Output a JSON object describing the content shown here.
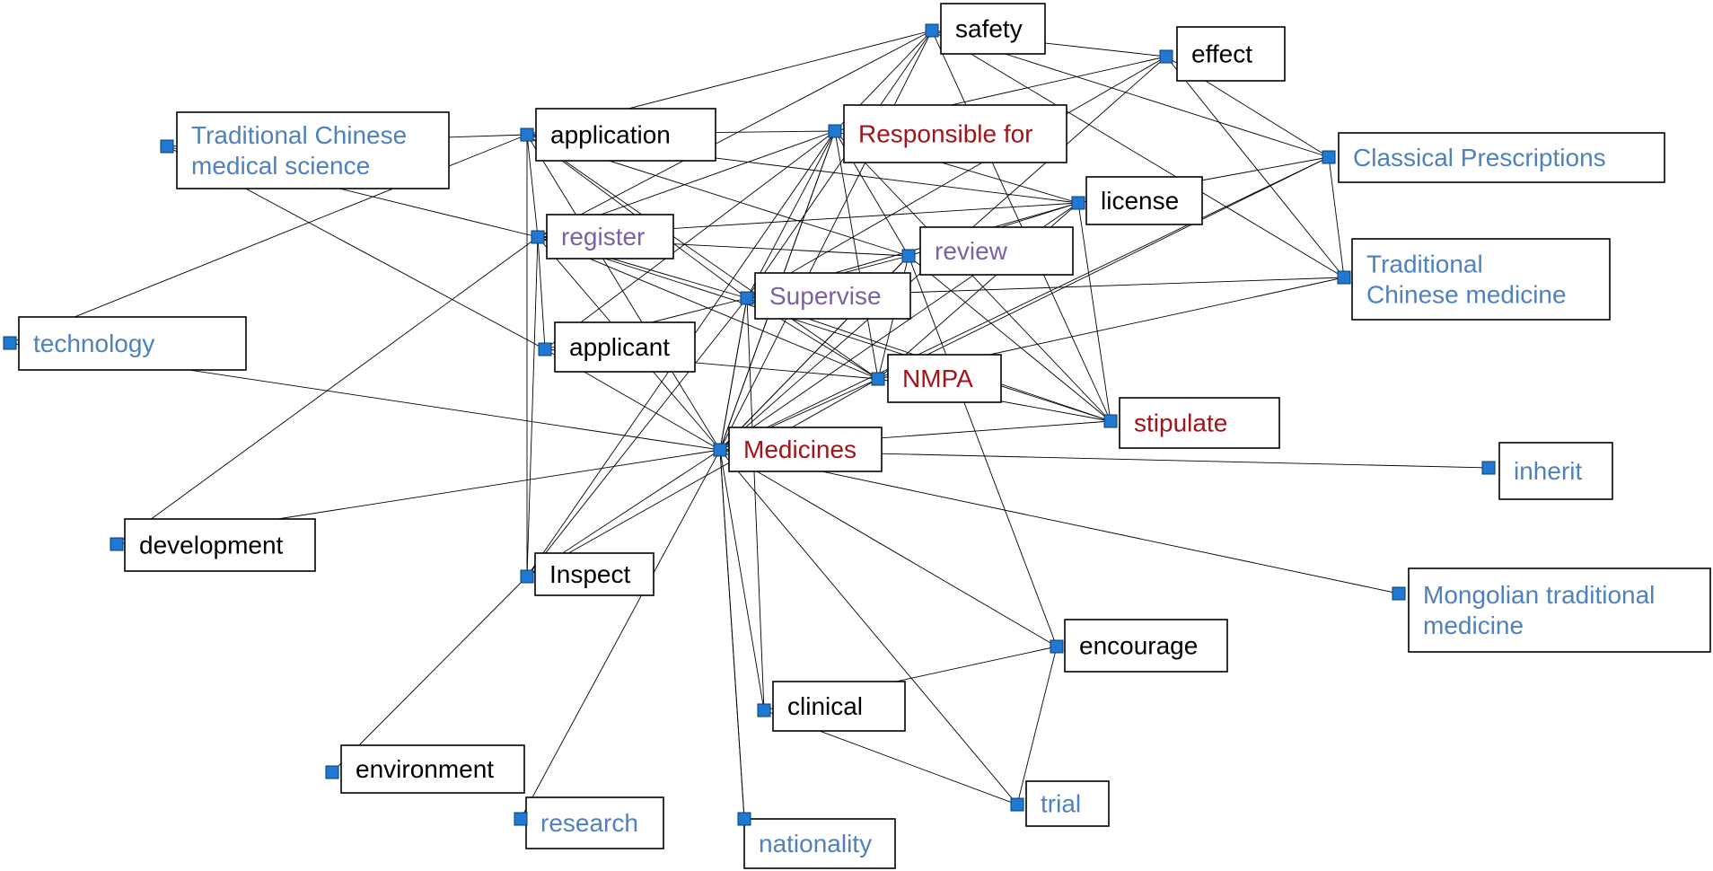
{
  "colors": {
    "black": "#000000",
    "steel": "#4f81bd",
    "red": "#a0141b",
    "purple": "#7d5fa3",
    "node_marker": "#1f78d1"
  },
  "nodes": [
    {
      "id": "safety",
      "lines": [
        "safety"
      ],
      "color": "black"
    },
    {
      "id": "effect",
      "lines": [
        "effect"
      ],
      "color": "black"
    },
    {
      "id": "tcm_science",
      "lines": [
        "Traditional Chinese",
        "medical science"
      ],
      "color": "steel"
    },
    {
      "id": "application",
      "lines": [
        "application"
      ],
      "color": "black"
    },
    {
      "id": "responsible",
      "lines": [
        "Responsible for"
      ],
      "color": "red"
    },
    {
      "id": "classical",
      "lines": [
        "Classical Prescriptions"
      ],
      "color": "steel"
    },
    {
      "id": "license",
      "lines": [
        "license"
      ],
      "color": "black"
    },
    {
      "id": "register",
      "lines": [
        "register"
      ],
      "color": "purple"
    },
    {
      "id": "review",
      "lines": [
        "review"
      ],
      "color": "purple"
    },
    {
      "id": "tcm",
      "lines": [
        "Traditional",
        "Chinese medicine"
      ],
      "color": "steel"
    },
    {
      "id": "supervise",
      "lines": [
        "Supervise"
      ],
      "color": "purple"
    },
    {
      "id": "technology",
      "lines": [
        "technology"
      ],
      "color": "steel"
    },
    {
      "id": "applicant",
      "lines": [
        "applicant"
      ],
      "color": "black"
    },
    {
      "id": "nmpa",
      "lines": [
        "NMPA"
      ],
      "color": "red"
    },
    {
      "id": "stipulate",
      "lines": [
        "stipulate"
      ],
      "color": "red"
    },
    {
      "id": "medicines",
      "lines": [
        "Medicines"
      ],
      "color": "red"
    },
    {
      "id": "inherit",
      "lines": [
        "inherit"
      ],
      "color": "steel"
    },
    {
      "id": "development",
      "lines": [
        "development"
      ],
      "color": "black"
    },
    {
      "id": "inspect",
      "lines": [
        "Inspect"
      ],
      "color": "black"
    },
    {
      "id": "mongolian",
      "lines": [
        "Mongolian traditional",
        "medicine"
      ],
      "color": "steel"
    },
    {
      "id": "encourage",
      "lines": [
        "encourage"
      ],
      "color": "black"
    },
    {
      "id": "clinical",
      "lines": [
        "clinical"
      ],
      "color": "black"
    },
    {
      "id": "environment",
      "lines": [
        "environment"
      ],
      "color": "black"
    },
    {
      "id": "trial",
      "lines": [
        "trial"
      ],
      "color": "steel"
    },
    {
      "id": "research",
      "lines": [
        "research"
      ],
      "color": "steel"
    },
    {
      "id": "nationality",
      "lines": [
        "nationality"
      ],
      "color": "steel"
    }
  ],
  "edges": [
    [
      "tcm_science",
      "application"
    ],
    [
      "tcm_science",
      "register"
    ],
    [
      "tcm_science",
      "applicant"
    ],
    [
      "technology",
      "application"
    ],
    [
      "technology",
      "medicines"
    ],
    [
      "development",
      "register"
    ],
    [
      "development",
      "medicines"
    ],
    [
      "application",
      "responsible"
    ],
    [
      "application",
      "license"
    ],
    [
      "application",
      "review"
    ],
    [
      "application",
      "supervise"
    ],
    [
      "application",
      "nmpa"
    ],
    [
      "application",
      "medicines"
    ],
    [
      "application",
      "register"
    ],
    [
      "application",
      "inspect"
    ],
    [
      "application",
      "safety"
    ],
    [
      "register",
      "responsible"
    ],
    [
      "register",
      "review"
    ],
    [
      "register",
      "supervise"
    ],
    [
      "register",
      "nmpa"
    ],
    [
      "register",
      "stipulate"
    ],
    [
      "register",
      "medicines"
    ],
    [
      "register",
      "license"
    ],
    [
      "register",
      "safety"
    ],
    [
      "register",
      "inspect"
    ],
    [
      "applicant",
      "supervise"
    ],
    [
      "applicant",
      "nmpa"
    ],
    [
      "applicant",
      "medicines"
    ],
    [
      "applicant",
      "responsible"
    ],
    [
      "applicant",
      "register"
    ],
    [
      "safety",
      "responsible"
    ],
    [
      "safety",
      "supervise"
    ],
    [
      "safety",
      "effect"
    ],
    [
      "safety",
      "classical"
    ],
    [
      "safety",
      "tcm"
    ],
    [
      "safety",
      "stipulate"
    ],
    [
      "safety",
      "medicines"
    ],
    [
      "effect",
      "responsible"
    ],
    [
      "effect",
      "classical"
    ],
    [
      "effect",
      "tcm"
    ],
    [
      "effect",
      "supervise"
    ],
    [
      "effect",
      "medicines"
    ],
    [
      "responsible",
      "nmpa"
    ],
    [
      "responsible",
      "medicines"
    ],
    [
      "responsible",
      "review"
    ],
    [
      "license",
      "classical"
    ],
    [
      "license",
      "review"
    ],
    [
      "license",
      "supervise"
    ],
    [
      "license",
      "nmpa"
    ],
    [
      "license",
      "medicines"
    ],
    [
      "license",
      "stipulate"
    ],
    [
      "license",
      "responsible"
    ],
    [
      "review",
      "supervise"
    ],
    [
      "review",
      "nmpa"
    ],
    [
      "review",
      "medicines"
    ],
    [
      "review",
      "stipulate"
    ],
    [
      "supervise",
      "tcm"
    ],
    [
      "supervise",
      "nmpa"
    ],
    [
      "supervise",
      "medicines"
    ],
    [
      "supervise",
      "responsible"
    ],
    [
      "supervise",
      "stipulate"
    ],
    [
      "supervise",
      "clinical"
    ],
    [
      "nmpa",
      "tcm"
    ],
    [
      "nmpa",
      "stipulate"
    ],
    [
      "nmpa",
      "medicines"
    ],
    [
      "classical",
      "tcm"
    ],
    [
      "classical",
      "medicines"
    ],
    [
      "classical",
      "nmpa"
    ],
    [
      "medicines",
      "stipulate"
    ],
    [
      "medicines",
      "inherit"
    ],
    [
      "medicines",
      "mongolian"
    ],
    [
      "medicines",
      "encourage"
    ],
    [
      "medicines",
      "clinical"
    ],
    [
      "medicines",
      "trial"
    ],
    [
      "medicines",
      "nationality"
    ],
    [
      "medicines",
      "supervise"
    ],
    [
      "medicines",
      "responsible"
    ],
    [
      "medicines",
      "review"
    ],
    [
      "inspect",
      "medicines"
    ],
    [
      "inspect",
      "supervise"
    ],
    [
      "inspect",
      "nmpa"
    ],
    [
      "inspect",
      "responsible"
    ],
    [
      "environment",
      "inspect"
    ],
    [
      "research",
      "medicines"
    ],
    [
      "nationality",
      "medicines"
    ],
    [
      "clinical",
      "encourage"
    ],
    [
      "clinical",
      "trial"
    ],
    [
      "encourage",
      "trial"
    ],
    [
      "review",
      "encourage"
    ],
    [
      "responsible",
      "stipulate"
    ]
  ]
}
